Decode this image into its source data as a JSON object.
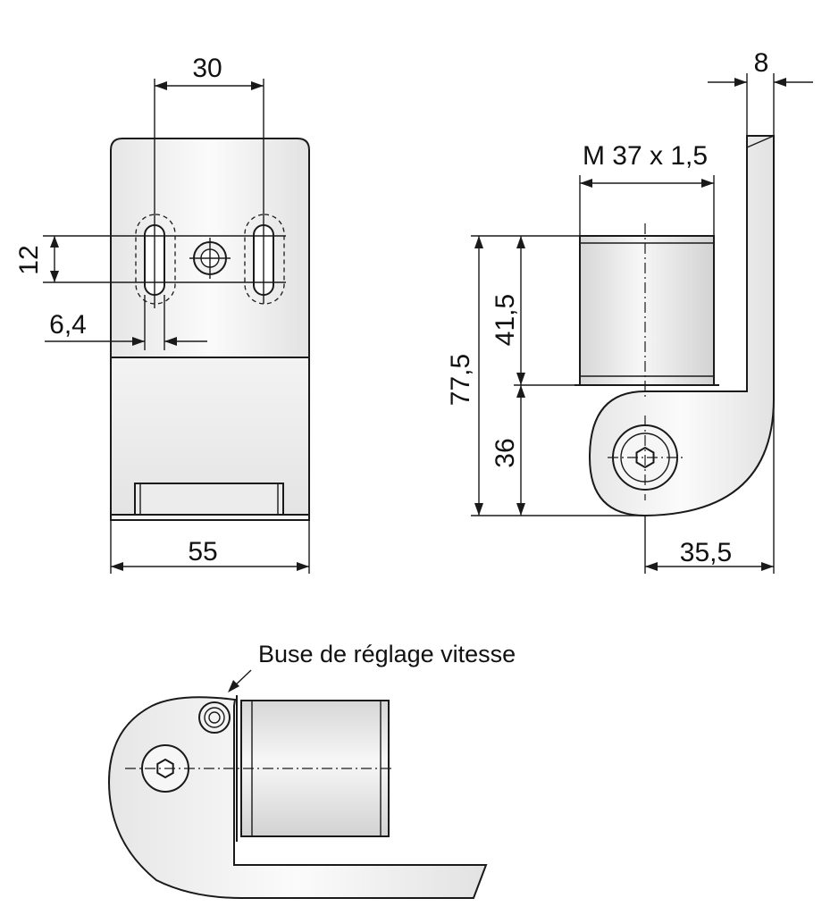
{
  "dimensions": {
    "front_slot_spacing": "30",
    "front_slot_height": "12",
    "front_slot_width": "6,4",
    "front_width": "55",
    "side_thread": "M 37 x 1,5",
    "side_plate_thickness": "8",
    "side_total_height": "77,5",
    "side_thread_height": "41,5",
    "side_lower_height": "36",
    "side_pivot_offset": "35,5"
  },
  "annotation": {
    "speed_nozzle": "Buse de réglage vitesse"
  },
  "colors": {
    "line": "#1a1a1a",
    "shade_light": "#f4f4f4",
    "shade_mid": "#e2e2e2",
    "shade_dark": "#cfcfcf"
  }
}
